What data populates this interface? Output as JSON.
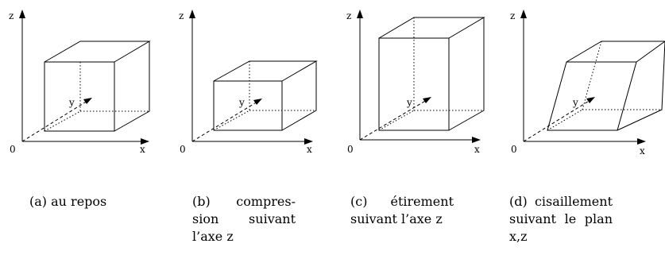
{
  "figure": {
    "panels": [
      {
        "id": "a",
        "caption": "(a) au repos",
        "axis_labels": {
          "z": "z",
          "y": "y",
          "x": "x",
          "origin": "0"
        }
      },
      {
        "id": "b",
        "caption": "(b) compres­sion suivant l’axe z",
        "axis_labels": {
          "z": "z",
          "y": "y",
          "x": "x",
          "origin": "0"
        }
      },
      {
        "id": "c",
        "caption": "(c) étirement suivant l’axe z",
        "axis_labels": {
          "z": "z",
          "y": "y",
          "x": "x",
          "origin": "0"
        }
      },
      {
        "id": "d",
        "caption": "(d) cisaille­ment suivant le plan x,z",
        "axis_labels": {
          "z": "z",
          "y": "y",
          "x": "x",
          "origin": "0"
        }
      }
    ]
  }
}
